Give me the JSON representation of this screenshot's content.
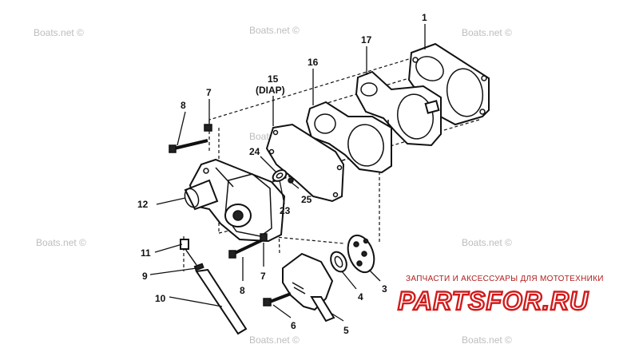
{
  "watermarks": [
    {
      "id": "wm1",
      "text": "Boats.net ©"
    },
    {
      "id": "wm2",
      "text": "Boats.net ©"
    },
    {
      "id": "wm3",
      "text": "Boats.net ©"
    },
    {
      "id": "wm4",
      "text": "Boats.net ©"
    },
    {
      "id": "wm5",
      "text": "Boats.net ©"
    },
    {
      "id": "wm6",
      "text": "Boats.net ©"
    },
    {
      "id": "wm7",
      "text": "Boats.net ©"
    },
    {
      "id": "wm8",
      "text": "Boats.net ©"
    }
  ],
  "callouts": {
    "c1": "1",
    "c17": "17",
    "c16": "16",
    "c15": "15",
    "c15_note": "(DIAP)",
    "c7_top": "7",
    "c8_top": "8",
    "c24": "24",
    "c25": "25",
    "c23": "23",
    "c12": "12",
    "c11": "11",
    "c9": "9",
    "c10": "10",
    "c8_bottom": "8",
    "c7_bottom": "7",
    "c3": "3",
    "c4": "4",
    "c5": "5",
    "c6": "6"
  },
  "branding": {
    "tagline": "ЗАПЧАСТИ И АКСЕССУАРЫ ДЛЯ МОТОТЕХНИКИ",
    "logo": "PARTSFOR.RU"
  },
  "colors": {
    "line": "#111111",
    "watermark": "#bdbdbd",
    "brand_red": "#d21b1b"
  }
}
